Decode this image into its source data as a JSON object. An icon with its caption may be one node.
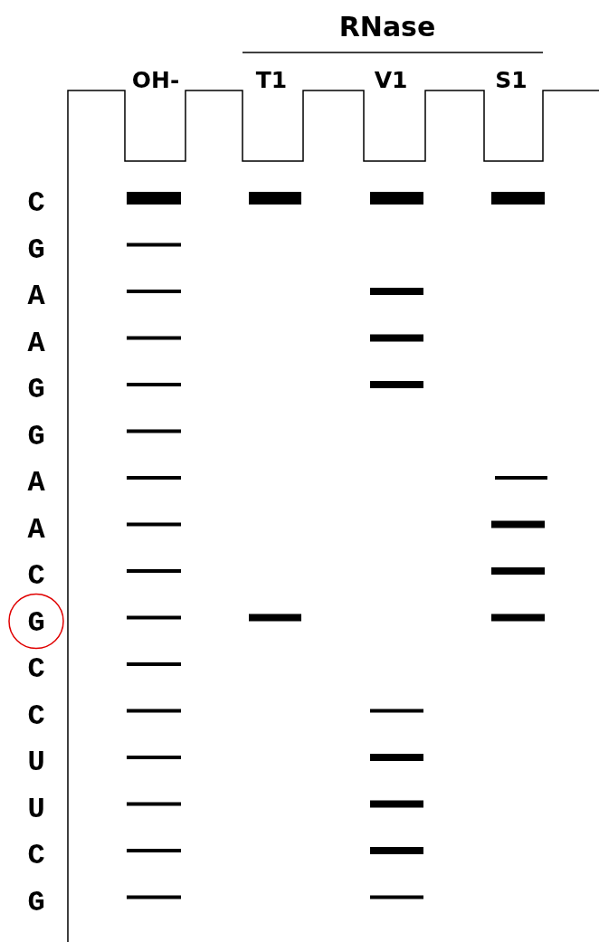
{
  "diagram": {
    "labels": [
      "RNase",
      "OH-",
      "T1",
      "V1",
      "S1",
      "C",
      "G",
      "A",
      "A",
      "G",
      "G",
      "A",
      "A",
      "C",
      "G",
      "C",
      "C",
      "U",
      "U",
      "C",
      "G"
    ]
  }
}
